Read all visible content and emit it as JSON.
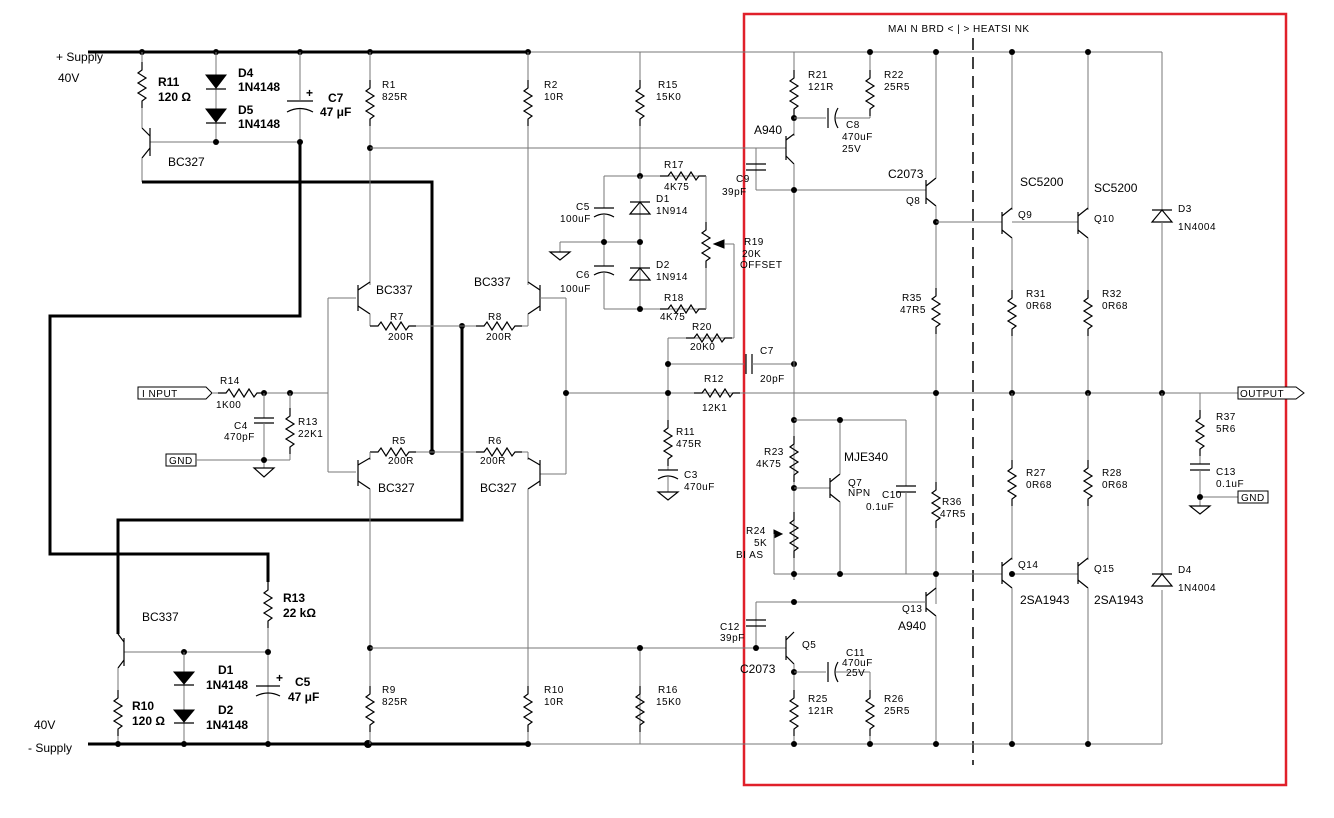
{
  "supply": {
    "pos_label": "+ Supply",
    "pos_voltage": "40V",
    "neg_voltage": "40V",
    "neg_label": "- Supply"
  },
  "heatsink_boundary": "MAI N  BRD  <  |  > HEATSI NK",
  "ports": {
    "input": "I NPUT",
    "output": "OUTPUT",
    "gnd_in": "GND",
    "gnd_out": "GND"
  },
  "reg_top": {
    "r11_name": "R11",
    "r11_val": "120 Ω",
    "d4_name": "D4",
    "d4_val": "1N4148",
    "d5_name": "D5",
    "d5_val": "1N4148",
    "c7_name": "C7",
    "c7_val": "47 μF",
    "q_name": "BC327"
  },
  "reg_bot": {
    "q_name": "BC337",
    "r13_name": "R13",
    "r13_val": "22 kΩ",
    "d1_name": "D1",
    "d1_val": "1N4148",
    "d2_name": "D2",
    "d2_val": "1N4148",
    "c5_name": "C5",
    "c5_val": "47 μF",
    "r10_name": "R10",
    "r10_val": "120 Ω"
  },
  "parts": {
    "r1": [
      "R1",
      "825R"
    ],
    "r2": [
      "R2",
      "10R"
    ],
    "r15": [
      "R15",
      "15K0"
    ],
    "r9": [
      "R9",
      "825R"
    ],
    "r10b": [
      "R10",
      "10R"
    ],
    "r16": [
      "R16",
      "15K0"
    ],
    "q_ltp1": "BC337",
    "q_ltp2": "BC337",
    "q_ltp3": "BC327",
    "q_ltp4": "BC327",
    "r7": [
      "R7",
      "200R"
    ],
    "r8": [
      "R8",
      "200R"
    ],
    "r5": [
      "R5",
      "200R"
    ],
    "r6": [
      "R6",
      "200R"
    ],
    "r14": [
      "R14",
      "1K00"
    ],
    "c4": [
      "C4",
      "470pF"
    ],
    "r13b": [
      "R13",
      "22K1"
    ],
    "r17": [
      "R17",
      "4K75"
    ],
    "c5b": [
      "C5",
      "100uF"
    ],
    "d1b": [
      "D1",
      "1N914"
    ],
    "c6": [
      "C6",
      "100uF"
    ],
    "d2b": [
      "D2",
      "1N914"
    ],
    "r18": [
      "R18",
      "4K75"
    ],
    "r19": [
      "R19",
      "20K",
      "OFFSET"
    ],
    "r20": [
      "R20",
      "20K0"
    ],
    "c7b": [
      "C7",
      "20pF"
    ],
    "r12": [
      "R12",
      "12K1"
    ],
    "r11b": [
      "R11",
      "475R"
    ],
    "c3": [
      "C3",
      "470uF"
    ],
    "r21": [
      "R21",
      "121R"
    ],
    "r22": [
      "R22",
      "25R5"
    ],
    "c8": [
      "C8",
      "470uF",
      "25V"
    ],
    "q_a940_top": "A940",
    "c9": [
      "C9",
      "39pF"
    ],
    "q_c2073_top": "C2073",
    "q8": "Q8",
    "q_sc5200_a": "SC5200",
    "q_sc5200_b": "SC5200",
    "q9": "Q9",
    "q10": "Q10",
    "d3": [
      "D3",
      "1N4004"
    ],
    "r35": [
      "R35",
      "47R5"
    ],
    "r31": [
      "R31",
      "0R68"
    ],
    "r32": [
      "R32",
      "0R68"
    ],
    "r37": [
      "R37",
      "5R6"
    ],
    "c13": [
      "C13",
      "0.1uF"
    ],
    "r23": [
      "R23",
      "4K75"
    ],
    "mje": "MJE340",
    "q7": [
      "Q7",
      "NPN"
    ],
    "c10": [
      "C10",
      "0.1uF"
    ],
    "r36": [
      "R36",
      "47R5"
    ],
    "r27": [
      "R27",
      "0R68"
    ],
    "r28": [
      "R28",
      "0R68"
    ],
    "r24": [
      "R24",
      "5K",
      "BI AS"
    ],
    "q14": "Q14",
    "q15": "Q15",
    "d4b": [
      "D4",
      "1N4004"
    ],
    "q13": "Q13",
    "q_a940_bot": "A940",
    "q_2sa_a": "2SA1943",
    "q_2sa_b": "2SA1943",
    "c12": [
      "C12",
      "39pF"
    ],
    "q5": "Q5",
    "q_c2073_bot": "C2073",
    "c11": [
      "C11",
      "470uF",
      "25V"
    ],
    "r25": [
      "R25",
      "121R"
    ],
    "r26": [
      "R26",
      "25R5"
    ]
  }
}
